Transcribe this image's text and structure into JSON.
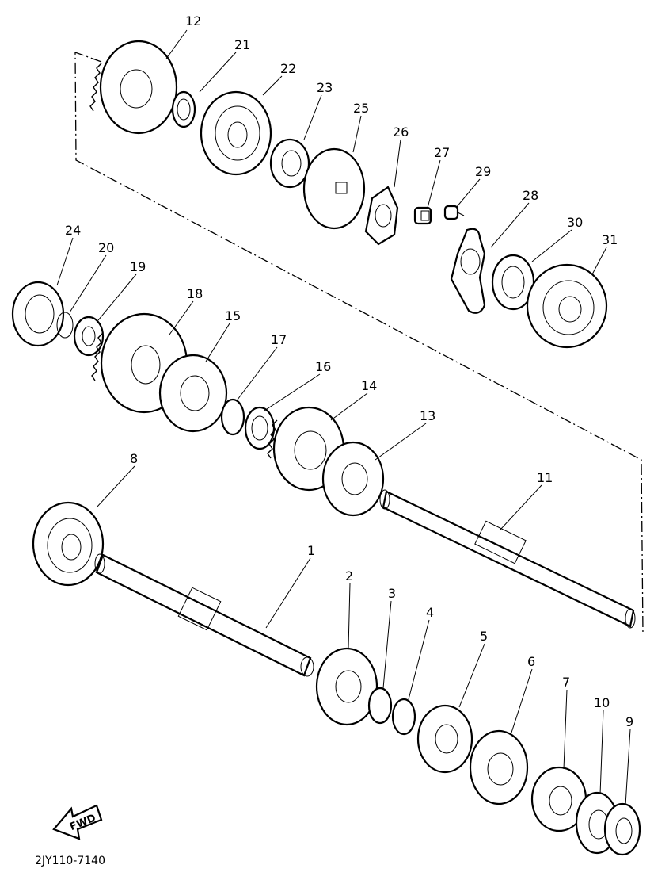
{
  "parts": [
    {
      "num": "1"
    },
    {
      "num": "2"
    },
    {
      "num": "3"
    },
    {
      "num": "4"
    },
    {
      "num": "5"
    },
    {
      "num": "6"
    },
    {
      "num": "7"
    },
    {
      "num": "8"
    },
    {
      "num": "9"
    },
    {
      "num": "10"
    },
    {
      "num": "11"
    },
    {
      "num": "12"
    },
    {
      "num": "13"
    },
    {
      "num": "14"
    },
    {
      "num": "15"
    },
    {
      "num": "16"
    },
    {
      "num": "17"
    },
    {
      "num": "18"
    },
    {
      "num": "19"
    },
    {
      "num": "20"
    },
    {
      "num": "21"
    },
    {
      "num": "22"
    },
    {
      "num": "23"
    },
    {
      "num": "24"
    },
    {
      "num": "25"
    },
    {
      "num": "26"
    },
    {
      "num": "27"
    },
    {
      "num": "28"
    },
    {
      "num": "29"
    },
    {
      "num": "30"
    },
    {
      "num": "31"
    }
  ],
  "fwd_label": "FWD",
  "drawing_code": "2JY110-7140"
}
